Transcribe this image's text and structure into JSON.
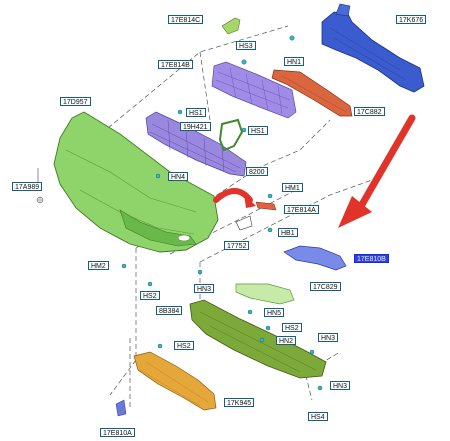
{
  "labels": {
    "l17E814C": "17E814C",
    "lHS3": "HS3",
    "lHN1": "HN1",
    "l17K676": "17K676",
    "l17E814B": "17E814B",
    "l17D957": "17D957",
    "lHS1a": "HS1",
    "l19H421": "19H421",
    "lHS1b": "HS1",
    "l17C882": "17C882",
    "l17A989": "17A989",
    "lHN4": "HN4",
    "l8200": "8200",
    "lHM1": "HM1",
    "l17E814A": "17E814A",
    "lHB1": "HB1",
    "l17752": "17752",
    "l17E810B": "17E810B",
    "lHM2": "HM2",
    "lHS2a": "HS2",
    "lHN3a": "HN3",
    "l17C829": "17C829",
    "l8B384": "8B384",
    "lHN5": "HN5",
    "lHS2b": "HS2",
    "lHN2": "HN2",
    "lHS2c": "HS2",
    "lHN3b": "HN3",
    "lHN3c": "HN3",
    "l17K945": "17K945",
    "lHS4": "HS4",
    "l17E810A": "17E810A"
  },
  "colors": {
    "bumper": "#8fd46a",
    "grille": "#9c8be0",
    "beam": "#3b5ccf",
    "absorber": "#d9663f",
    "shield": "#e5a73a",
    "undertray": "#7da83a",
    "arrow": "#e0342b",
    "highlight": "#2f3fe8"
  }
}
